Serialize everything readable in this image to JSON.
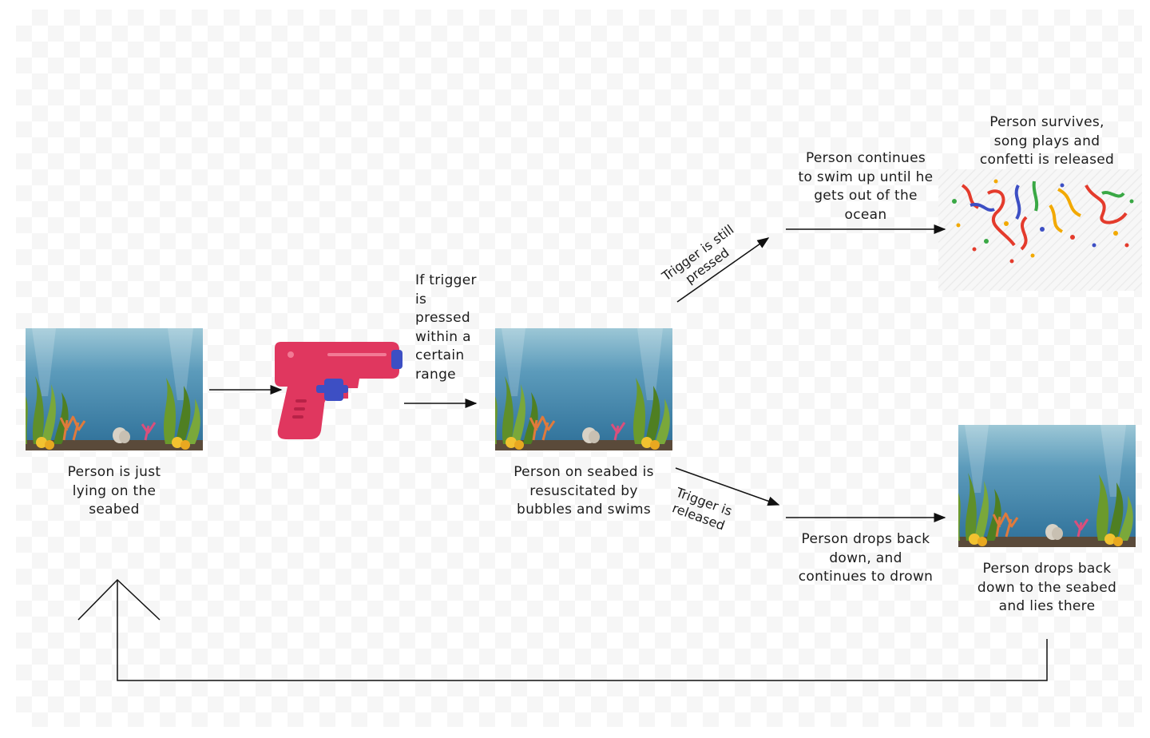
{
  "nodes": {
    "lying_label": "Person is just lying on the seabed",
    "condition_label": "If trigger is pressed within a certain range",
    "resuscitated_label": "Person on seabed is resuscitated by bubbles and swims",
    "swim_up_label": "Person continues to swim up until he gets out of the ocean",
    "survives_label": "Person survives, song plays and confetti is released",
    "drops_back_label": "Person drops back down, and continues to drown",
    "lies_there_label": "Person drops back down to the seabed and lies there"
  },
  "edges": {
    "still_pressed": "Trigger is still pressed",
    "released": "Trigger is released"
  },
  "icons": [
    "underwater-scene",
    "water-pistol-icon",
    "confetti-icon"
  ],
  "colors": {
    "water_top": "#9cc7d6",
    "water_bottom": "#2d6f98",
    "pistol": "#e0375f",
    "pistol_accent": "#3d4fc4",
    "plant": "#6b9a2c",
    "coral": "#e07a3c"
  }
}
